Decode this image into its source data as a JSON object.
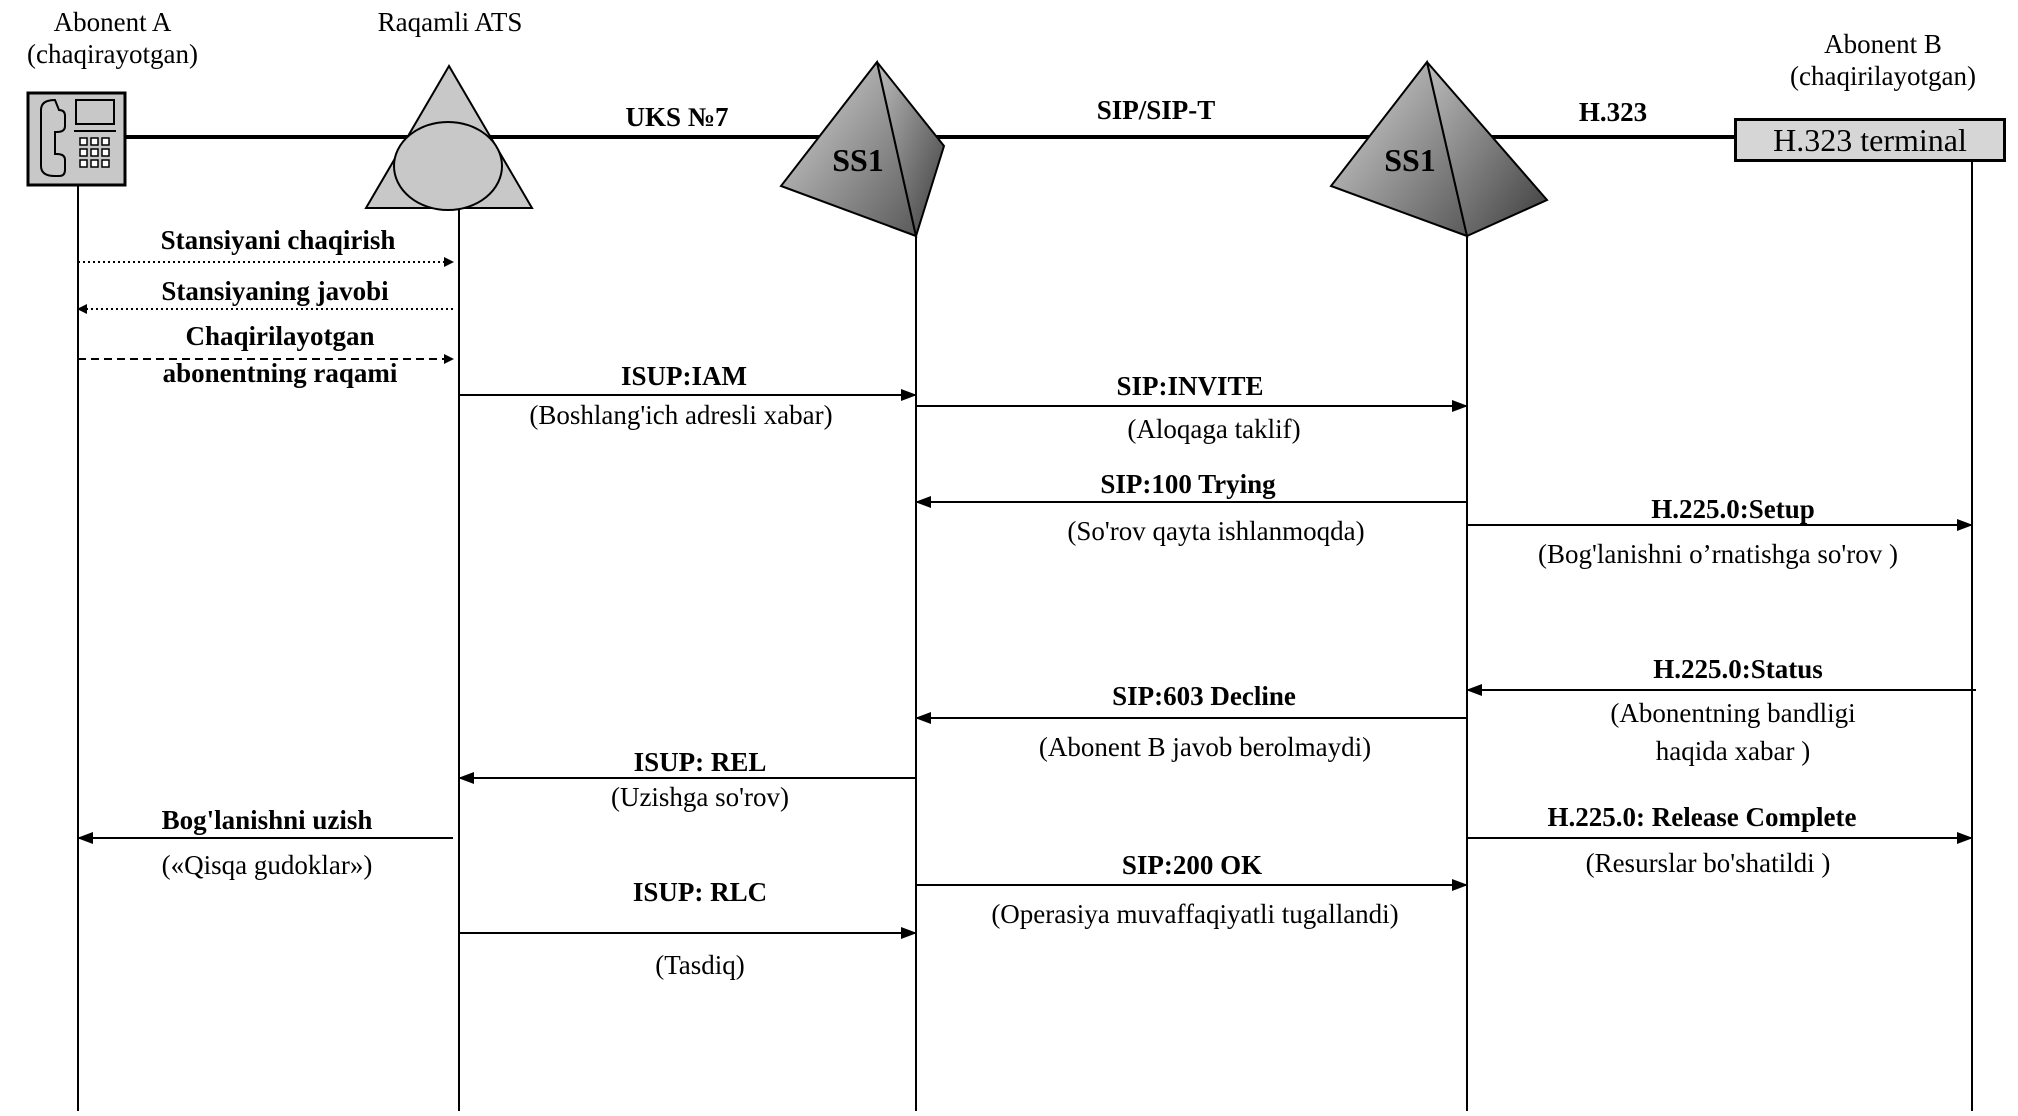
{
  "entities": {
    "abonent_a": {
      "name": "Abonent  A",
      "role": "(chaqirayotgan)"
    },
    "ats": {
      "name": "Raqamli  ATS"
    },
    "ss1_left": {
      "label": "SS1"
    },
    "ss1_right": {
      "label": "SS1"
    },
    "abonent_b": {
      "name": "Abonent  B",
      "role": "(chaqirilayotgan)"
    },
    "terminal": {
      "label": "H.323 terminal"
    }
  },
  "links": {
    "uks7": "UKS №7",
    "sip": "SIP/SIP-T",
    "h323": "H.323"
  },
  "messages": {
    "m1": {
      "title": "Stansiyani  chaqirish"
    },
    "m2": {
      "title": "Stansiyaning javobi"
    },
    "m3": {
      "title_line1": "Chaqirilayotgan",
      "title_line2": "abonentning raqami"
    },
    "isup_iam": {
      "title": "ISUP:IAM",
      "desc": "(Boshlang'ich adresli xabar)"
    },
    "sip_invite": {
      "title": "SIP:INVITE",
      "desc": "(Aloqaga taklif)"
    },
    "sip_100": {
      "title": "SIP:100 Trying",
      "desc": "(So'rov qayta ishlanmoqda)"
    },
    "h225_setup": {
      "title": "H.225.0:Setup",
      "desc": "(Bog'lanishni o’rnatishga so'rov )"
    },
    "h225_status": {
      "title": "H.225.0:Status",
      "desc_line1": "(Abonentning bandligi",
      "desc_line2": "haqida xabar )"
    },
    "sip_603": {
      "title": "SIP:603 Decline",
      "desc": "(Abonent B javob berolmaydi)"
    },
    "isup_rel": {
      "title": "ISUP: REL",
      "desc": "(Uzishga so'rov)"
    },
    "disconnect": {
      "title": "Bog'lanishni uzish",
      "desc": "(«Qisqa gudoklar»)"
    },
    "h225_release": {
      "title": "H.225.0: Release Complete",
      "desc": "(Resurslar bo'shatildi )"
    },
    "sip_200": {
      "title": "SIP:200 OK",
      "desc": "(Operasiya muvaffaqiyatli tugallandi)"
    },
    "isup_rlc": {
      "title": "ISUP: RLC",
      "desc": "(Tasdiq)"
    }
  },
  "colors": {
    "line": "#000000",
    "entity_fill": "#c8c8c8",
    "terminal_fill": "#d6d6d6"
  }
}
